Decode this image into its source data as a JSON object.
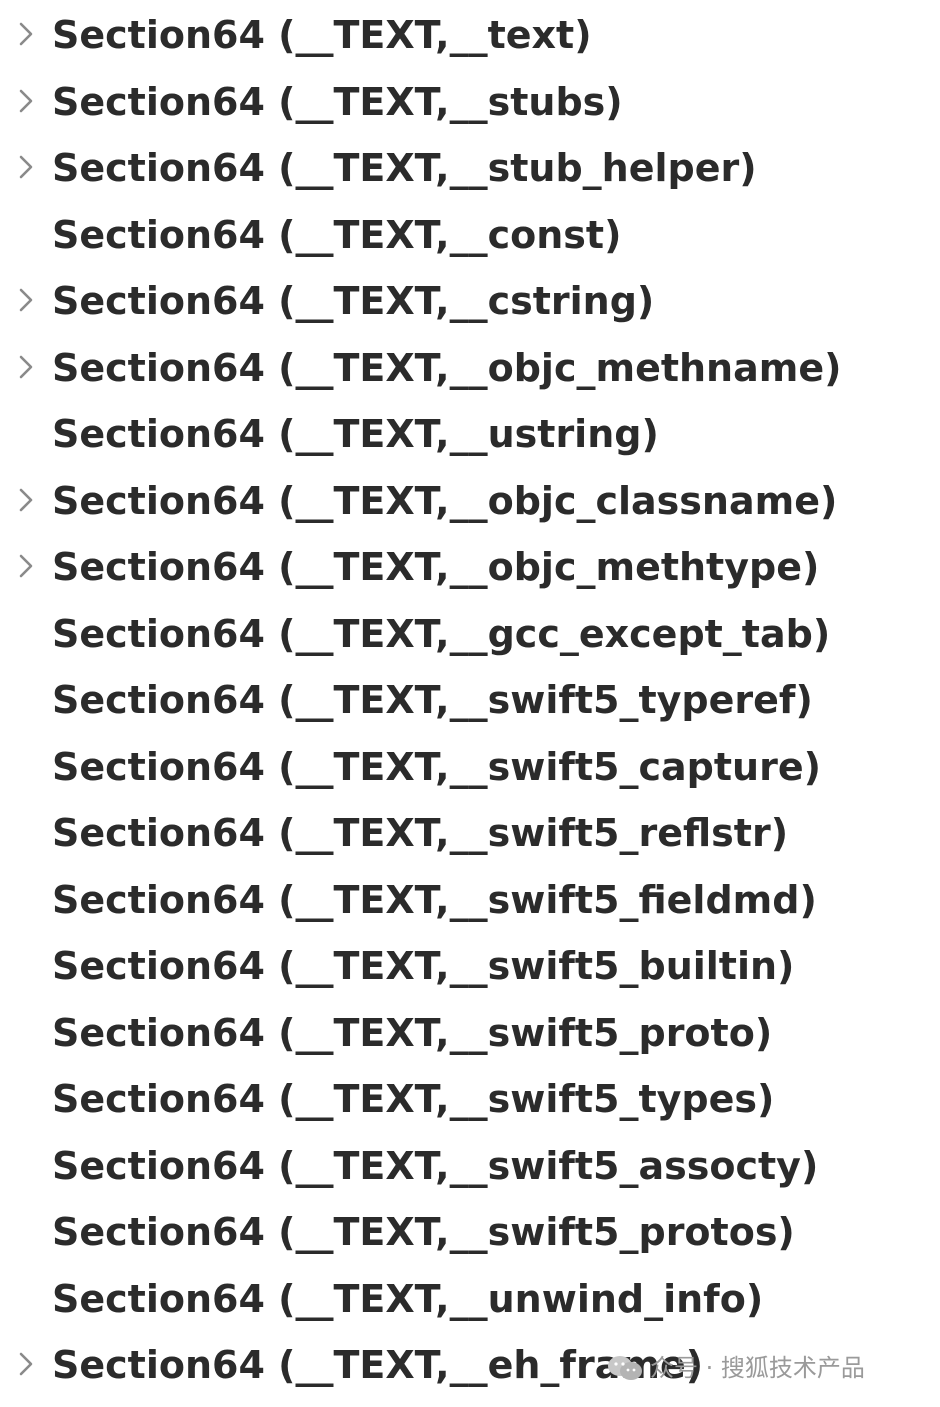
{
  "sections": [
    {
      "label": "Section64 (__TEXT,__text)",
      "expandable": true
    },
    {
      "label": "Section64 (__TEXT,__stubs)",
      "expandable": true
    },
    {
      "label": "Section64 (__TEXT,__stub_helper)",
      "expandable": true
    },
    {
      "label": "Section64 (__TEXT,__const)",
      "expandable": false
    },
    {
      "label": "Section64 (__TEXT,__cstring)",
      "expandable": true
    },
    {
      "label": "Section64 (__TEXT,__objc_methname)",
      "expandable": true
    },
    {
      "label": "Section64 (__TEXT,__ustring)",
      "expandable": false
    },
    {
      "label": "Section64 (__TEXT,__objc_classname)",
      "expandable": true
    },
    {
      "label": "Section64 (__TEXT,__objc_methtype)",
      "expandable": true
    },
    {
      "label": "Section64 (__TEXT,__gcc_except_tab)",
      "expandable": false
    },
    {
      "label": "Section64 (__TEXT,__swift5_typeref)",
      "expandable": false
    },
    {
      "label": "Section64 (__TEXT,__swift5_capture)",
      "expandable": false
    },
    {
      "label": "Section64 (__TEXT,__swift5_reflstr)",
      "expandable": false
    },
    {
      "label": "Section64 (__TEXT,__swift5_fieldmd)",
      "expandable": false
    },
    {
      "label": "Section64 (__TEXT,__swift5_builtin)",
      "expandable": false
    },
    {
      "label": "Section64 (__TEXT,__swift5_proto)",
      "expandable": false
    },
    {
      "label": "Section64 (__TEXT,__swift5_types)",
      "expandable": false
    },
    {
      "label": "Section64 (__TEXT,__swift5_assocty)",
      "expandable": false
    },
    {
      "label": "Section64 (__TEXT,__swift5_protos)",
      "expandable": false
    },
    {
      "label": "Section64 (__TEXT,__unwind_info)",
      "expandable": false
    },
    {
      "label": "Section64 (__TEXT,__eh_frame)",
      "expandable": true
    }
  ],
  "chevron_icon": "chevron-right-icon",
  "watermark": {
    "logo_icon": "wechat-logo-icon",
    "text": "众号 · 搜狐技术产品"
  },
  "colors": {
    "text": "#2b2b2b",
    "chevron": "#8a8a8a",
    "watermark": "#9a9a9a",
    "background": "#ffffff"
  }
}
